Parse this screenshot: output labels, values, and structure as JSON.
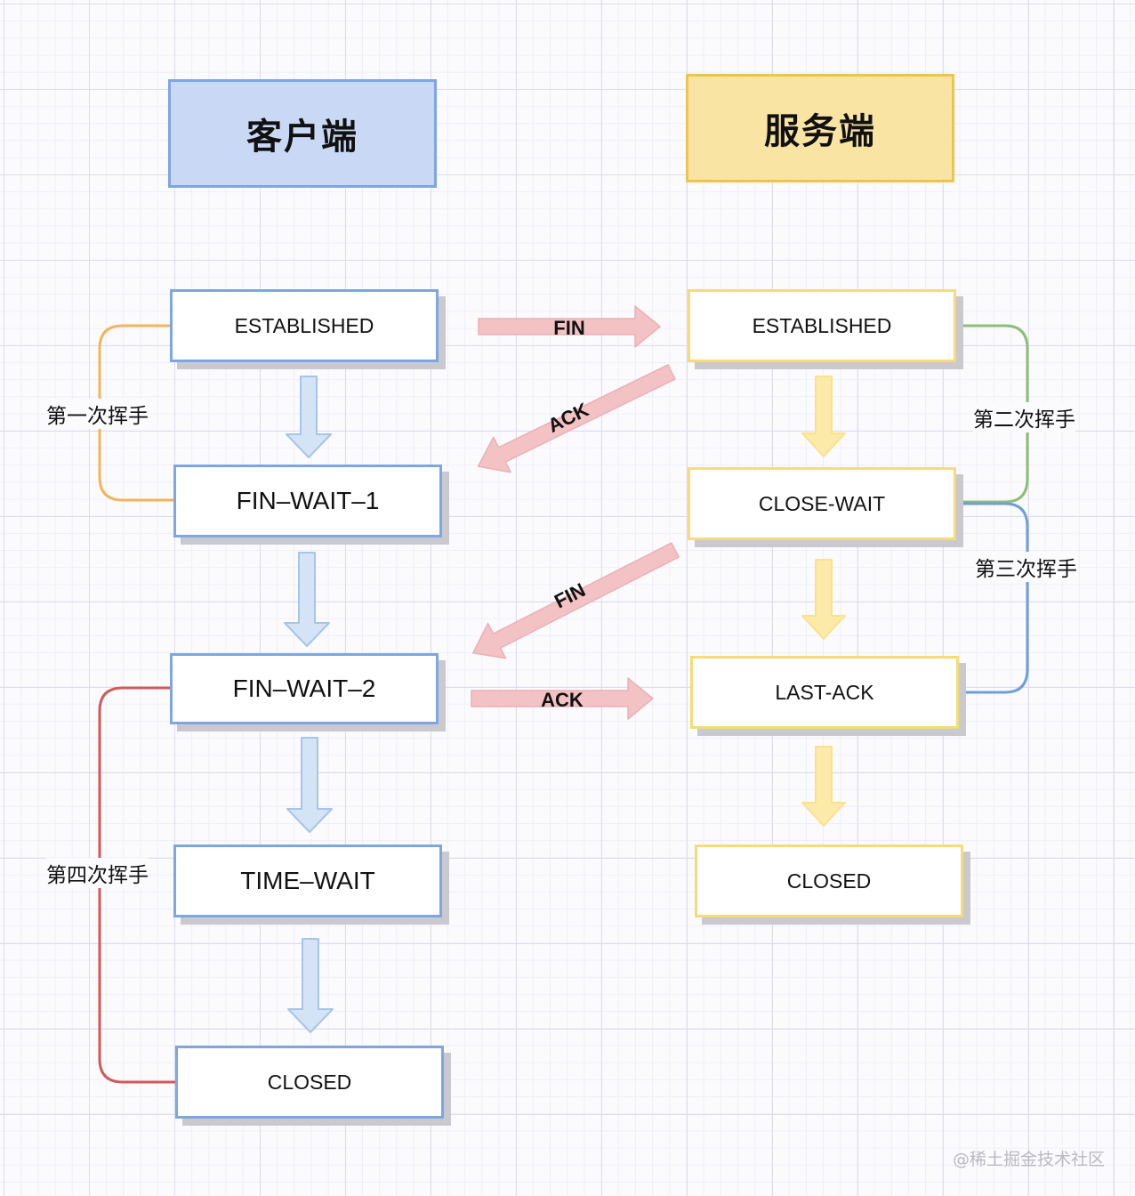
{
  "headers": {
    "client": "客户端",
    "server": "服务端"
  },
  "client_states": [
    "ESTABLISHED",
    "FIN–WAIT–1",
    "FIN–WAIT–2",
    "TIME–WAIT",
    "CLOSED"
  ],
  "server_states": [
    "ESTABLISHED",
    "CLOSE-WAIT",
    "LAST-ACK",
    "CLOSED"
  ],
  "handshakes": {
    "first": "第一次挥手",
    "second": "第二次挥手",
    "third": "第三次挥手",
    "fourth": "第四次挥手"
  },
  "messages": {
    "fin_1": "FIN",
    "ack_1": "ACK",
    "fin_2": "FIN",
    "ack_2": "ACK"
  },
  "colors": {
    "client_border": "#7ea6e0",
    "client_fill": "#c9d9f5",
    "server_border": "#f0c34c",
    "server_fill": "#f9e4a4",
    "message_arrow": "#f0b9bd",
    "first_bracket": "#f3b45c",
    "second_bracket": "#8cbf76",
    "third_bracket": "#6f9fd8",
    "fourth_bracket": "#d05a5a"
  },
  "watermark": "@稀土掘金技术社区"
}
